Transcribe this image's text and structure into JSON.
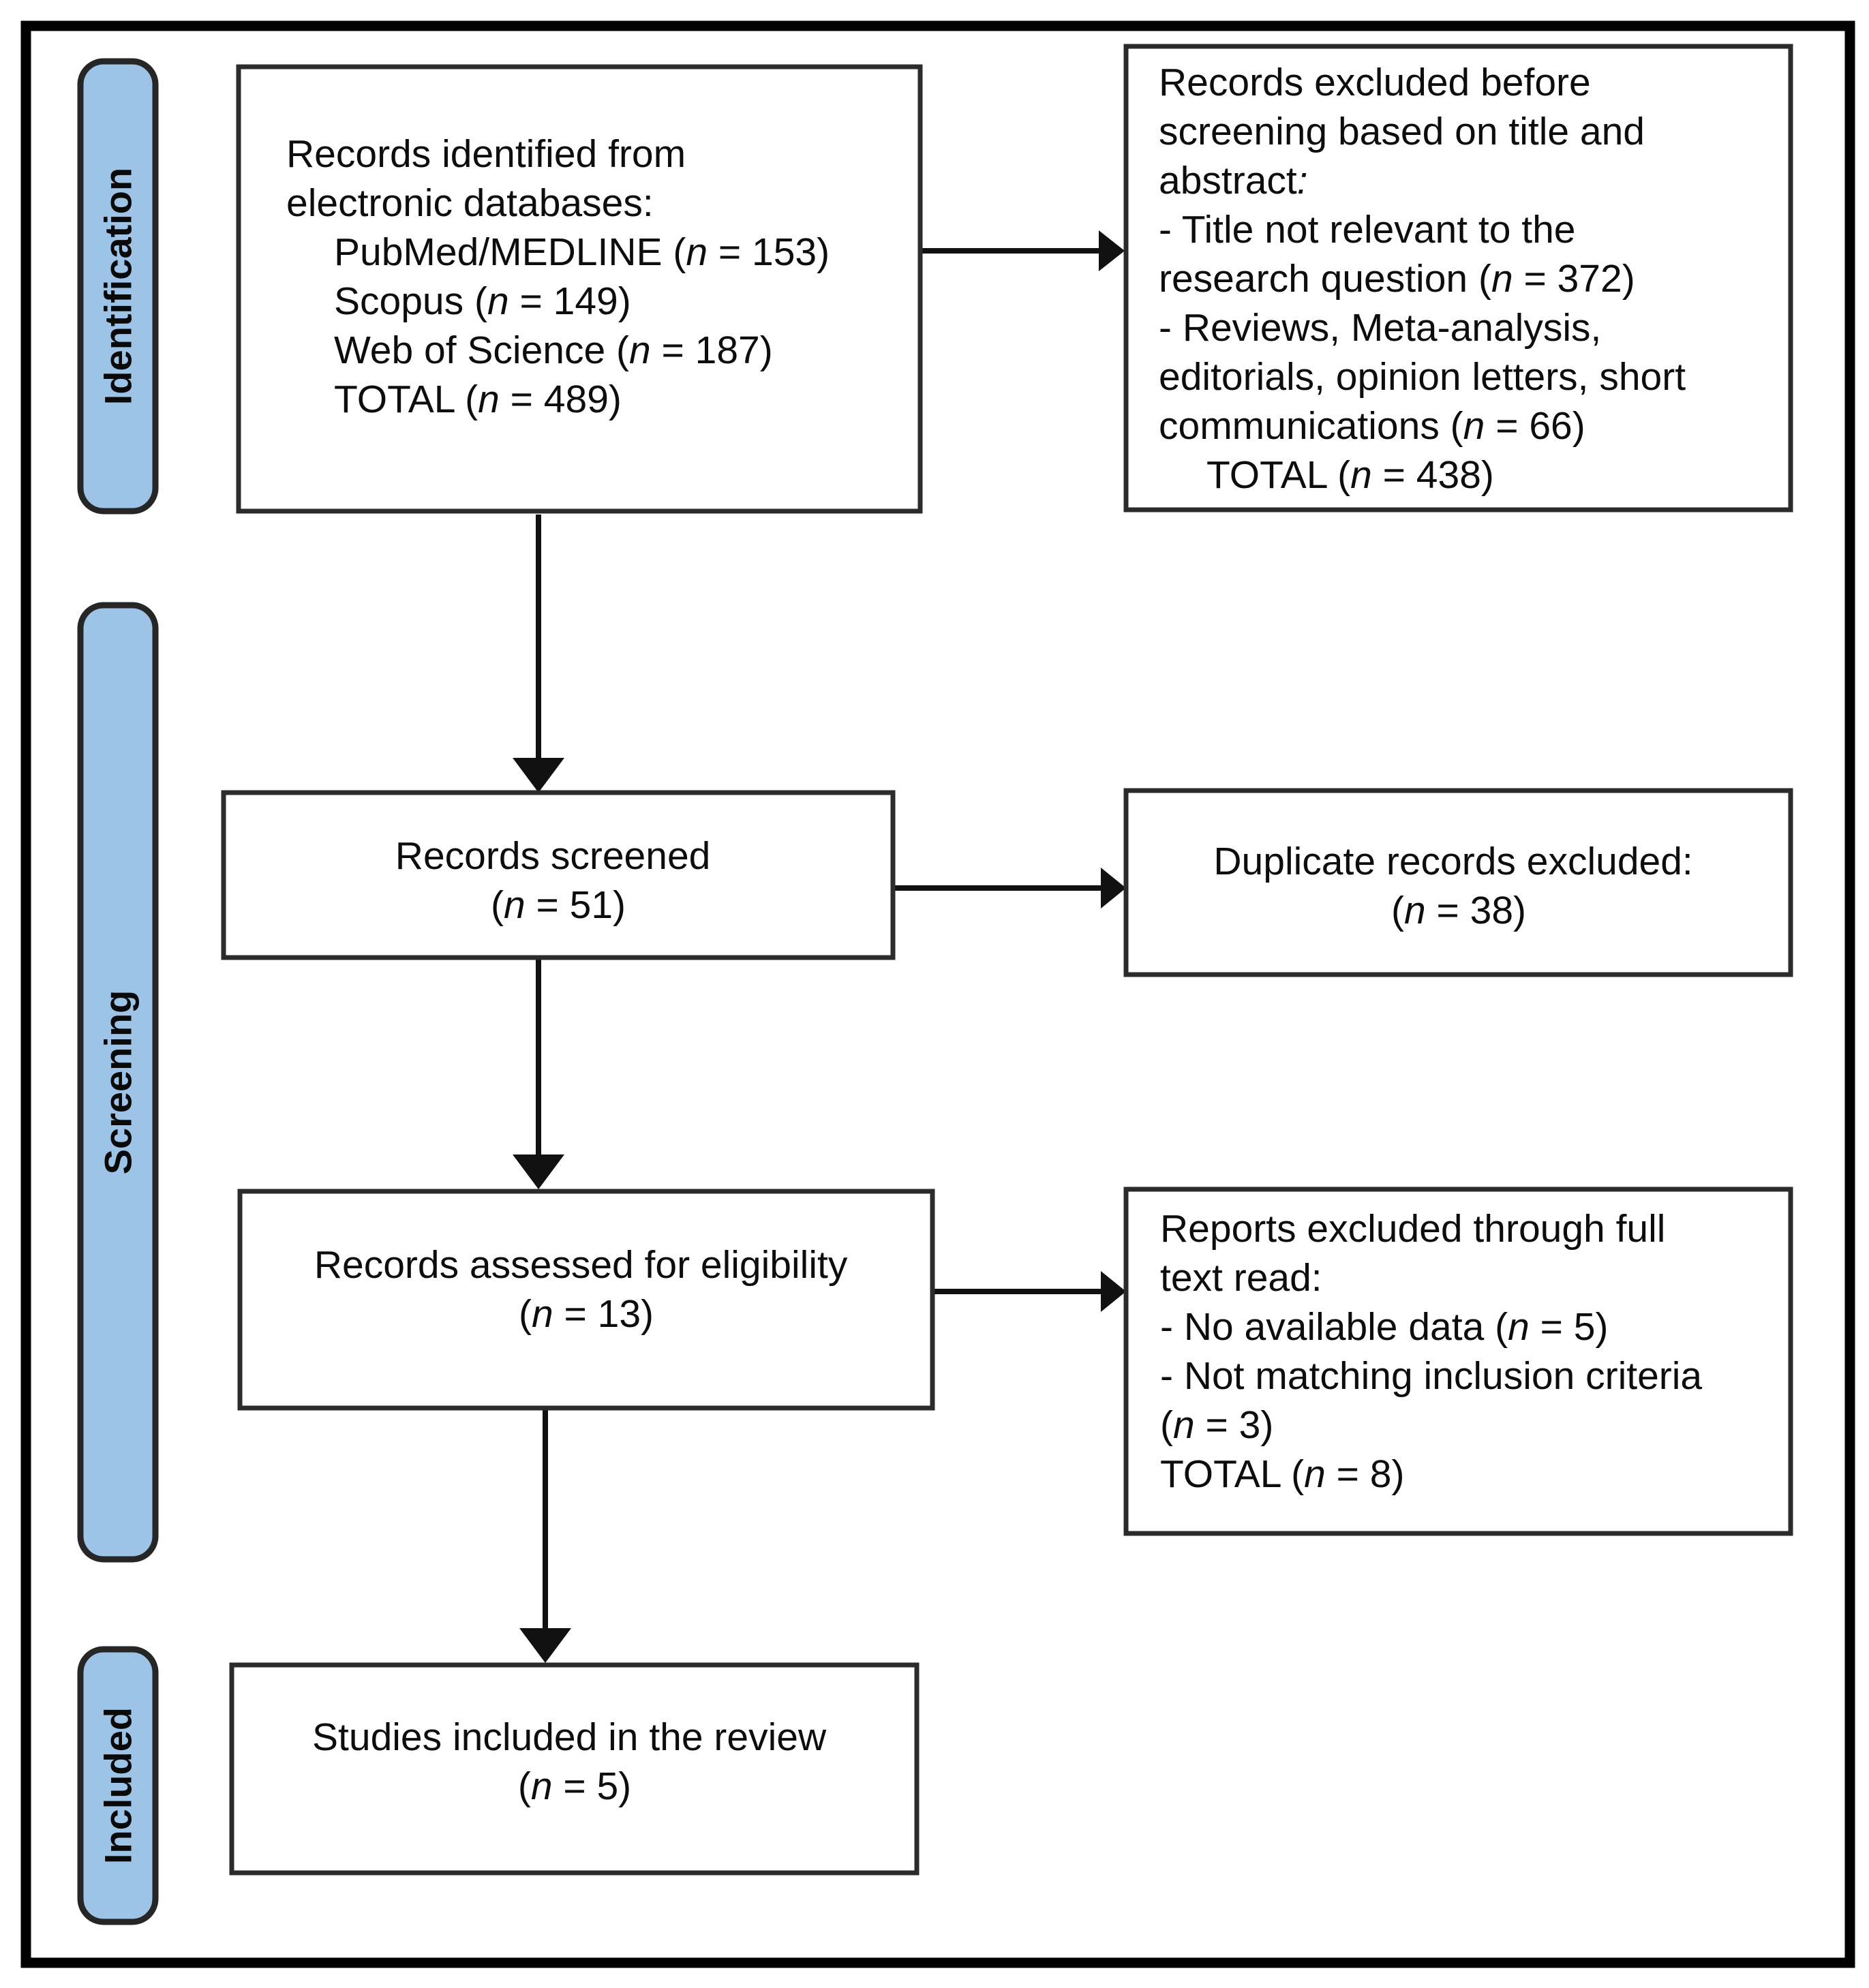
{
  "figure": {
    "type": "prisma-flow-diagram",
    "accent_color": "#9dc3e6",
    "border_color": "#000000",
    "box_border_color": "#2b2b2b",
    "text_color": "#0d0d0d"
  },
  "stages": [
    {
      "id": "identification",
      "label": "Identification"
    },
    {
      "id": "screening",
      "label": "Screening"
    },
    {
      "id": "included",
      "label": "Included"
    }
  ],
  "boxes": {
    "identified": {
      "lines": [
        {
          "text": "Records identified from",
          "indent": 0
        },
        {
          "text": "electronic databases:",
          "indent": 0
        },
        {
          "pre": "PubMed/MEDLINE (",
          "n": "n",
          "post": " = 153)",
          "indent": 1
        },
        {
          "pre": "Scopus (",
          "n": "n",
          "post": " = 149)",
          "indent": 1
        },
        {
          "pre": "Web of Science (",
          "n": "n",
          "post": " = 187)",
          "indent": 1
        },
        {
          "pre": "TOTAL (",
          "n": "n",
          "post": " = 489)",
          "indent": 1
        }
      ]
    },
    "excluded_before_screening": {
      "lines": [
        {
          "text": "Records excluded before",
          "indent": 0
        },
        {
          "text": "screening based on title and",
          "indent": 0
        },
        {
          "text": "abstract:",
          "indent": 0,
          "italic_tail": true
        },
        {
          "text": "- Title not relevant to the",
          "indent": 0
        },
        {
          "pre": "research question (",
          "n": "n",
          "post": " = 372)",
          "indent": 0
        },
        {
          "text": "- Reviews, Meta-analysis,",
          "indent": 0
        },
        {
          "text": "editorials, opinion letters, short",
          "indent": 0
        },
        {
          "pre": "communications (",
          "n": "n",
          "post": " = 66)",
          "indent": 0
        },
        {
          "pre": "TOTAL (",
          "n": "n",
          "post": " = 438)",
          "indent": 1
        }
      ]
    },
    "screened": {
      "lines": [
        {
          "text": "Records screened",
          "indent": 0
        },
        {
          "pre": "(",
          "n": "n",
          "post": " = 51)",
          "indent": 0
        }
      ]
    },
    "duplicates_excluded": {
      "lines": [
        {
          "text": "Duplicate records excluded:",
          "indent": 0
        },
        {
          "pre": "(",
          "n": "n",
          "post": " = 38)",
          "indent": 0
        }
      ]
    },
    "assessed_eligibility": {
      "lines": [
        {
          "text": "Records assessed for eligibility",
          "indent": 0
        },
        {
          "pre": "(",
          "n": "n",
          "post": " = 13)",
          "indent": 0
        }
      ]
    },
    "reports_excluded": {
      "lines": [
        {
          "text": "Reports excluded through full",
          "indent": 0
        },
        {
          "text": "text read:",
          "indent": 0
        },
        {
          "pre": "- No available data (",
          "n": "n",
          "post": " = 5)",
          "indent": 0
        },
        {
          "text": "- Not matching inclusion criteria",
          "indent": 0
        },
        {
          "pre": "(",
          "n": "n",
          "post": " = 3)",
          "indent": 0
        },
        {
          "pre": "TOTAL (",
          "n": "n",
          "post": " = 8)",
          "indent": 0
        }
      ]
    },
    "studies_included": {
      "lines": [
        {
          "text": "Studies included in the review",
          "indent": 0
        },
        {
          "pre": "(",
          "n": "n",
          "post": " = 5)",
          "indent": 0
        }
      ]
    }
  },
  "counts": {
    "pubmed_medline": 153,
    "scopus": 149,
    "web_of_science": 187,
    "identified_total": 489,
    "title_not_relevant": 372,
    "reviews_meta_editorials": 66,
    "excluded_before_screening_total": 438,
    "records_screened": 51,
    "duplicates_excluded": 38,
    "assessed_for_eligibility": 13,
    "no_available_data": 5,
    "not_matching_inclusion": 3,
    "reports_excluded_total": 8,
    "studies_included": 5
  }
}
